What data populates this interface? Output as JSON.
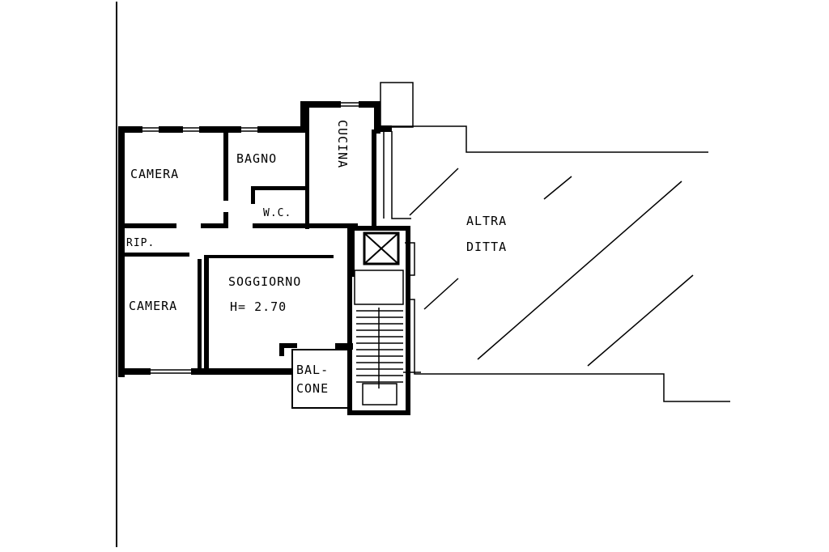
{
  "labels": {
    "camera_top": "CAMERA",
    "bagno": "BAGNO",
    "cucina": "CUCINA",
    "wc": "W.C.",
    "rip": "RIP.",
    "soggiorno": "SOGGIORNO",
    "height": "H= 2.70",
    "camera_bottom": "CAMERA",
    "balcone_1": "BAL-",
    "balcone_2": "CONE",
    "altra_1": "ALTRA",
    "altra_2": "DITTA"
  },
  "colors": {
    "ink": "#000000",
    "paper": "#ffffff"
  }
}
